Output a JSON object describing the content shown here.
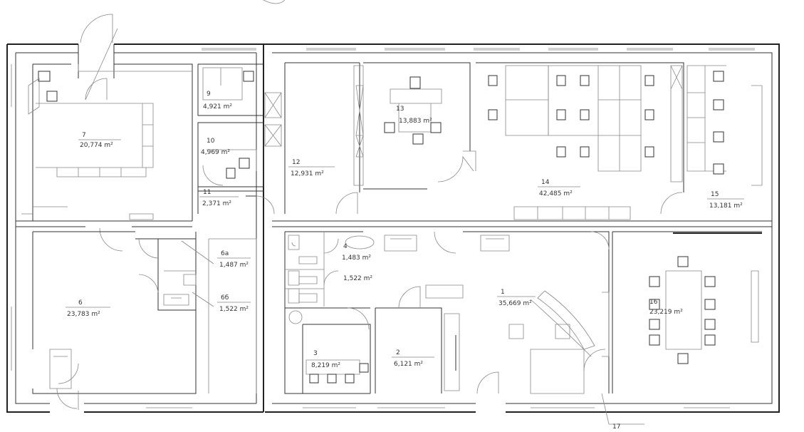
{
  "rooms": [
    {
      "id": "r7",
      "num": "7",
      "area": "20,774 m²"
    },
    {
      "id": "r9",
      "num": "9",
      "area": "4,921 m²"
    },
    {
      "id": "r10",
      "num": "10",
      "area": "4,969 m²"
    },
    {
      "id": "r11",
      "num": "11",
      "area": "2,371 m²"
    },
    {
      "id": "r12",
      "num": "12",
      "area": "12,931 m²"
    },
    {
      "id": "r13",
      "num": "13",
      "area": "13,883 m²"
    },
    {
      "id": "r14",
      "num": "14",
      "area": "42,485 m²"
    },
    {
      "id": "r15",
      "num": "15",
      "area": "13,181 m²"
    },
    {
      "id": "r6",
      "num": "6",
      "area": "23,783 m²"
    },
    {
      "id": "r6a",
      "num": "6a",
      "area": "1,487 m²"
    },
    {
      "id": "r6b",
      "num": "6б",
      "area": "1,522 m²"
    },
    {
      "id": "r4",
      "num": "4",
      "area": "1,483 m²"
    },
    {
      "id": "r5",
      "num": "",
      "area": "1,522 m²"
    },
    {
      "id": "r3",
      "num": "3",
      "area": "8,219 m²"
    },
    {
      "id": "r2",
      "num": "2",
      "area": "6,121 m²"
    },
    {
      "id": "r1",
      "num": "1",
      "area": "35,669 m²"
    },
    {
      "id": "r16",
      "num": "16",
      "area": "23,219 m²"
    },
    {
      "id": "r17",
      "num": "17",
      "area": ""
    }
  ]
}
